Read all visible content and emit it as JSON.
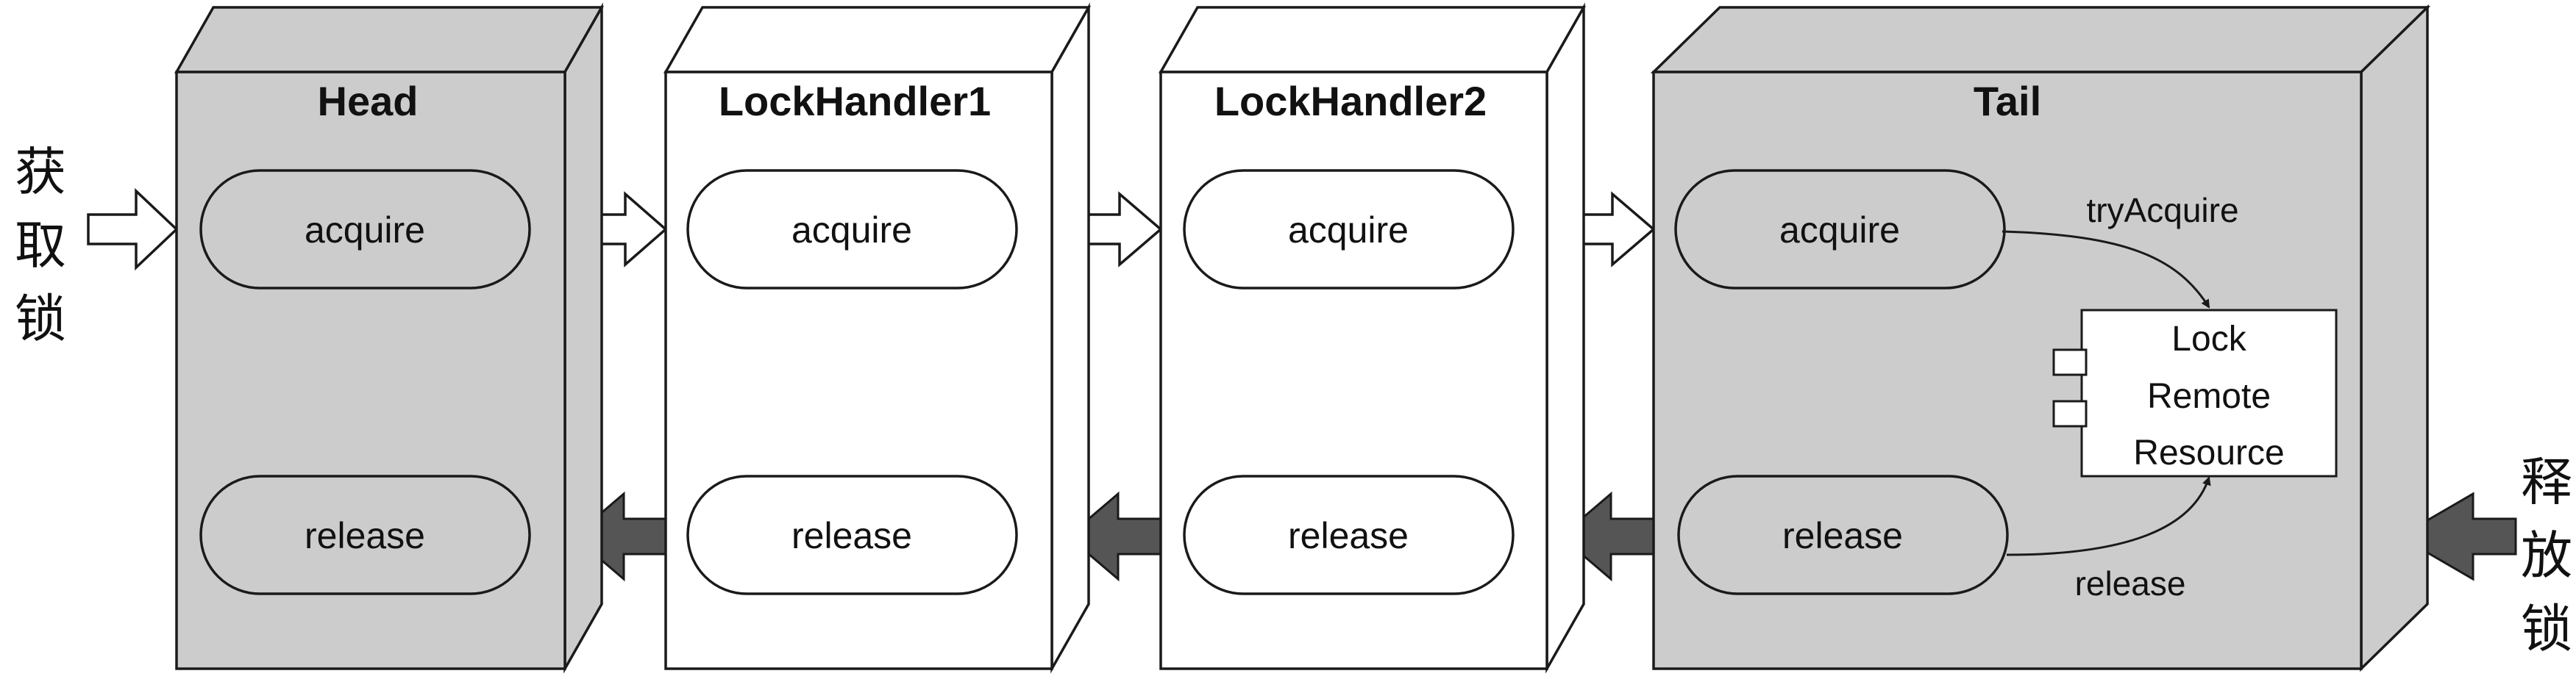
{
  "colors": {
    "gray_fill": "#cccccc",
    "white_fill": "#ffffff",
    "stroke": "#1a1a1a",
    "dark_arrow": "#555555"
  },
  "side_labels": {
    "left": [
      "获",
      "取",
      "锁"
    ],
    "right": [
      "释",
      "放",
      "锁"
    ]
  },
  "nodes": [
    {
      "id": "head",
      "title": "Head",
      "style": "gray",
      "acquire": "acquire",
      "release": "release"
    },
    {
      "id": "lockhandler1",
      "title": "LockHandler1",
      "style": "white",
      "acquire": "acquire",
      "release": "release"
    },
    {
      "id": "lockhandler2",
      "title": "LockHandler2",
      "style": "white",
      "acquire": "acquire",
      "release": "release"
    },
    {
      "id": "tail",
      "title": "Tail",
      "style": "gray",
      "acquire": "acquire",
      "release": "release"
    }
  ],
  "resource": {
    "lines": [
      "Lock",
      "Remote",
      "Resource"
    ]
  },
  "edges": {
    "try_acquire": "tryAcquire",
    "release": "release"
  }
}
